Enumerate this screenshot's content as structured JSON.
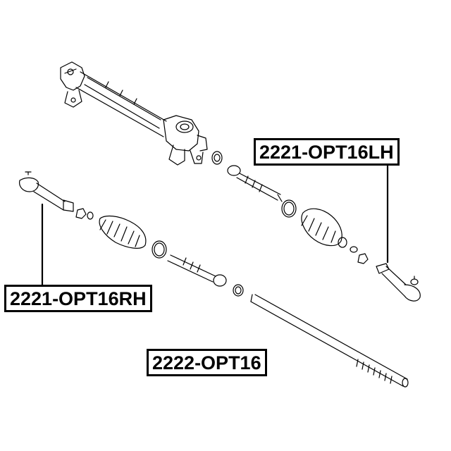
{
  "labels": {
    "tie_rod_end_lh": "2221-OPT16LH",
    "tie_rod_end_rh": "2221-OPT16RH",
    "tie_rod": "2222-OPT16"
  },
  "colors": {
    "line": "#000000",
    "background": "#ffffff"
  }
}
